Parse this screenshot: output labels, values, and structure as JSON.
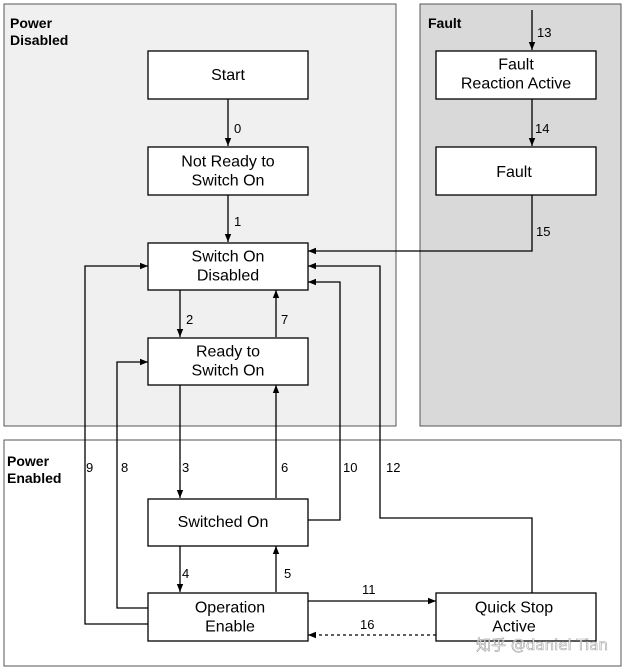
{
  "regions": {
    "power_disabled": "Power\nDisabled",
    "fault": "Fault",
    "power_enabled": "Power\nEnabled"
  },
  "states": {
    "start": "Start",
    "not_ready": "Not Ready to\nSwitch On",
    "fault_reaction": "Fault\nReaction Active",
    "fault": "Fault",
    "switch_on_disabled": "Switch On\nDisabled",
    "ready_to_switch_on": "Ready to\nSwitch On",
    "switched_on": "Switched On",
    "operation_enable": "Operation\nEnable",
    "quick_stop_active": "Quick Stop\nActive"
  },
  "transitions": {
    "t0": "0",
    "t1": "1",
    "t2": "2",
    "t3": "3",
    "t4": "4",
    "t5": "5",
    "t6": "6",
    "t7": "7",
    "t8": "8",
    "t9": "9",
    "t10": "10",
    "t11": "11",
    "t12": "12",
    "t13": "13",
    "t14": "14",
    "t15": "15",
    "t16": "16"
  },
  "watermark": "知乎 @daniel Tian"
}
